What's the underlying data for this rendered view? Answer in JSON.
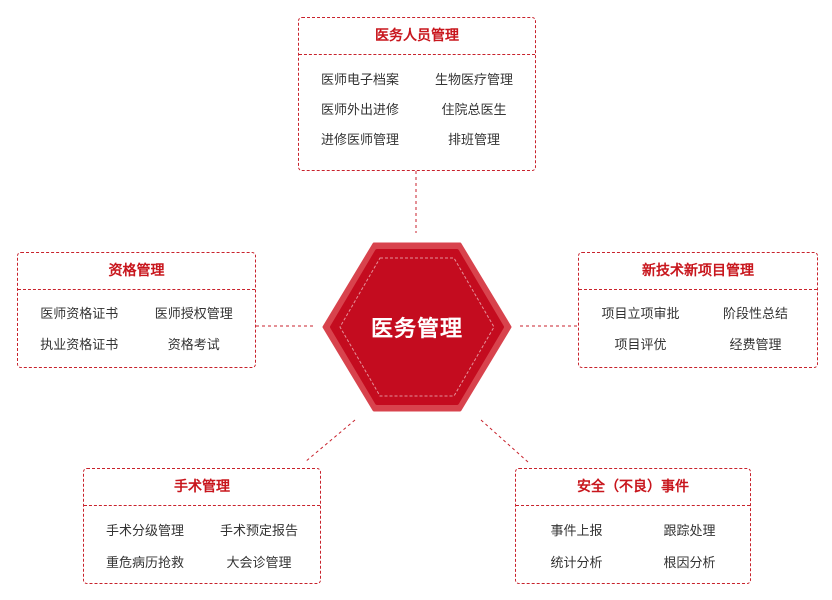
{
  "center": {
    "label": "医务管理"
  },
  "boxes": {
    "personnel": {
      "title": "医务人员管理",
      "items": [
        "医师电子档案",
        "生物医疗管理",
        "医师外出进修",
        "住院总医生",
        "进修医师管理",
        "排班管理"
      ]
    },
    "qualification": {
      "title": "资格管理",
      "items": [
        "医师资格证书",
        "医师授权管理",
        "执业资格证书",
        "资格考试"
      ]
    },
    "new_tech": {
      "title": "新技术新项目管理",
      "items": [
        "项目立项审批",
        "阶段性总结",
        "项目评优",
        "经费管理"
      ]
    },
    "surgery": {
      "title": "手术管理",
      "items": [
        "手术分级管理",
        "手术预定报告",
        "重危病历抢救",
        "大会诊管理"
      ]
    },
    "safety": {
      "title": "安全（不良）事件",
      "items": [
        "事件上报",
        "跟踪处理",
        "统计分析",
        "根因分析"
      ]
    }
  },
  "colors": {
    "accent": "#c8161d",
    "hexagon_fill": "#c40c1f",
    "hexagon_outer": "#d8434d",
    "text": "#333333"
  }
}
